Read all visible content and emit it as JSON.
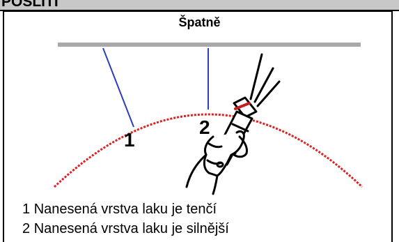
{
  "header": {
    "title": "POSLITI"
  },
  "panel": {
    "title": "Špatně"
  },
  "labels": {
    "one": "1",
    "two": "2"
  },
  "legend": {
    "items": [
      {
        "num": "1",
        "text": "Nanesená vrstva laku je tenčí"
      },
      {
        "num": "2",
        "text": "Nanesená vrstva laku je silnější"
      }
    ]
  },
  "colors": {
    "surface_bar": "#a8a8a8",
    "paint_arc": "#e02020",
    "spray_lines": "#2a3fbf"
  },
  "icons": {
    "spray_gun": "spray-gun-hand-icon"
  }
}
